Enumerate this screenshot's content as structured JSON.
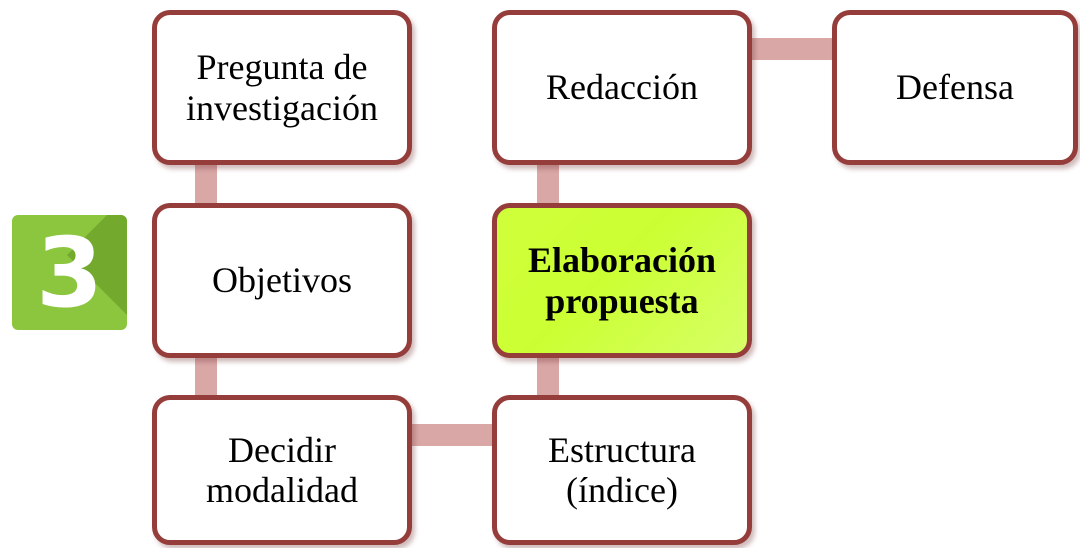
{
  "step_number": "3",
  "colors": {
    "node_border": "#953d3b",
    "connector": "#d9a7a6",
    "highlight_fill": "#ccff33",
    "badge_fill": "#8cc63f"
  },
  "nodes": {
    "pregunta": {
      "line1": "Pregunta de",
      "line2": "investigación"
    },
    "objetivos": {
      "line1": "Objetivos"
    },
    "decidir": {
      "line1": "Decidir",
      "line2": "modalidad"
    },
    "estructura": {
      "line1": "Estructura",
      "line2": "(índice)"
    },
    "elaboracion": {
      "line1": "Elaboración",
      "line2": "propuesta"
    },
    "redaccion": {
      "line1": "Redacción"
    },
    "defensa": {
      "line1": "Defensa"
    }
  }
}
